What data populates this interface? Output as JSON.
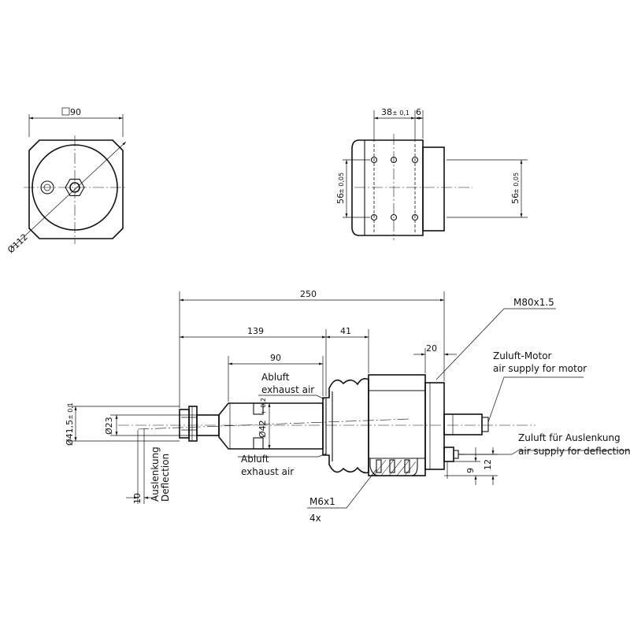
{
  "front_view": {
    "square_label": "90",
    "diameter_label": "Ø112"
  },
  "side_view": {
    "top_dim_label": "38",
    "top_dim_tol": "± 0,1",
    "top_dim2_label": "6",
    "left_dim_label": "56",
    "left_dim_tol": "± 0,05",
    "right_dim_label": "56",
    "right_dim_tol": "± 0,05"
  },
  "main_view": {
    "dim_250": "250",
    "dim_139": "139",
    "dim_41": "41",
    "dim_90": "90",
    "dim_20": "20",
    "dim_415": "Ø41,5",
    "dim_415_tol": "± 0,1",
    "dim_23": "Ø23",
    "dim_42": "Ø42",
    "dim_42_tol": "+ 0,2",
    "dim_10": "10",
    "dim_9": "9",
    "dim_12": "12",
    "thread_label": "M80x1.5",
    "exhaust_top_de": "Abluft",
    "exhaust_top_en": "exhaust air",
    "exhaust_bottom_de": "Abluft",
    "exhaust_bottom_en": "exhaust air",
    "motor_supply_de": "Zuluft-Motor",
    "motor_supply_en": "air supply for motor",
    "deflection_supply_de": "Zuluft für Auslenkung",
    "deflection_supply_en": "air supply for deflection",
    "deflection_de": "Auslenkung",
    "deflection_en": "Deflection",
    "screw_label": "M6x1",
    "screw_count": "4x"
  }
}
